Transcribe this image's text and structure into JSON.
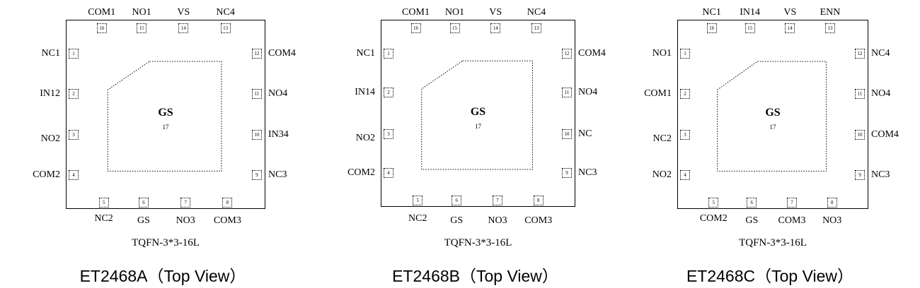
{
  "packages": [
    {
      "id": "a",
      "top": [
        "COM1",
        "NO1",
        "VS",
        "NC4"
      ],
      "top_nums": [
        "16",
        "15",
        "14",
        "13"
      ],
      "left": [
        "NC1",
        "IN12",
        "NO2",
        "COM2"
      ],
      "left_nums": [
        "1",
        "2",
        "3",
        "4"
      ],
      "right": [
        "COM4",
        "NO4",
        "IN34",
        "NC3"
      ],
      "right_nums": [
        "12",
        "11",
        "10",
        "9"
      ],
      "bottom": [
        "NC2",
        "GS",
        "NO3",
        "COM3"
      ],
      "bottom_nums": [
        "5",
        "6",
        "7",
        "8"
      ],
      "center_label": "GS",
      "center_num": "17",
      "package": "TQFN-3*3-16L",
      "title": "ET2468A（Top View）"
    },
    {
      "id": "b",
      "top": [
        "COM1",
        "NO1",
        "VS",
        "NC4"
      ],
      "top_nums": [
        "16",
        "15",
        "14",
        "13"
      ],
      "left": [
        "NC1",
        "IN14",
        "NO2",
        "COM2"
      ],
      "left_nums": [
        "1",
        "2",
        "3",
        "4"
      ],
      "right": [
        "COM4",
        "NO4",
        "NC",
        "NC3"
      ],
      "right_nums": [
        "12",
        "11",
        "10",
        "9"
      ],
      "bottom": [
        "NC2",
        "GS",
        "NO3",
        "COM3"
      ],
      "bottom_nums": [
        "5",
        "6",
        "7",
        "8"
      ],
      "center_label": "GS",
      "center_num": "17",
      "package": "TQFN-3*3-16L",
      "title": "ET2468B（Top View）"
    },
    {
      "id": "c",
      "top": [
        "NC1",
        "IN14",
        "VS",
        "ENN"
      ],
      "top_nums": [
        "16",
        "15",
        "14",
        "13"
      ],
      "left": [
        "NO1",
        "COM1",
        "NC2",
        "NO2"
      ],
      "left_nums": [
        "1",
        "2",
        "3",
        "4"
      ],
      "right": [
        "NC4",
        "NO4",
        "COM4",
        "NC3"
      ],
      "right_nums": [
        "12",
        "11",
        "10",
        "9"
      ],
      "bottom": [
        "COM2",
        "GS",
        "COM3",
        "NO3"
      ],
      "bottom_nums": [
        "5",
        "6",
        "7",
        "8"
      ],
      "center_label": "GS",
      "center_num": "17",
      "package": "TQFN-3*3-16L",
      "title": "ET2468C（Top View）"
    }
  ]
}
